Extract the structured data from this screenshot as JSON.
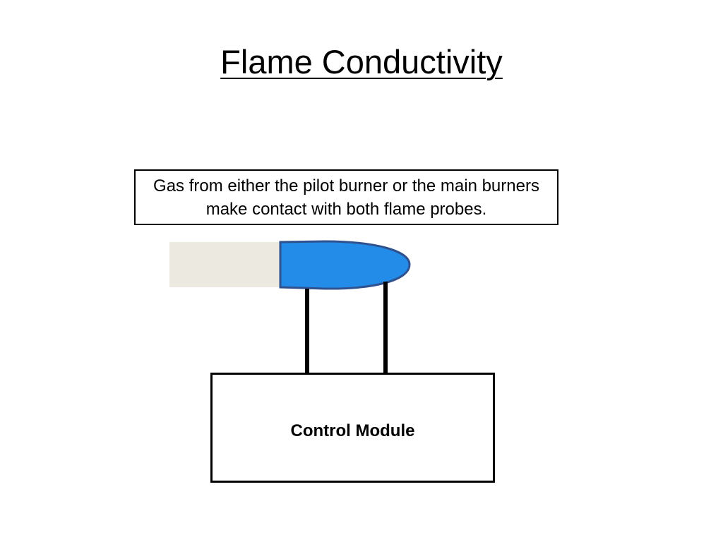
{
  "slide": {
    "title": "Flame Conductivity"
  },
  "callout": {
    "text": "Gas from either the pilot burner or the main burners make contact with both flame probes."
  },
  "control_module": {
    "label": "Control Module"
  },
  "colors": {
    "burner_tube": "#ECEAE0",
    "flame": "#238CE8",
    "flame_outline": "#2F528F",
    "probe_wire": "#000000"
  }
}
